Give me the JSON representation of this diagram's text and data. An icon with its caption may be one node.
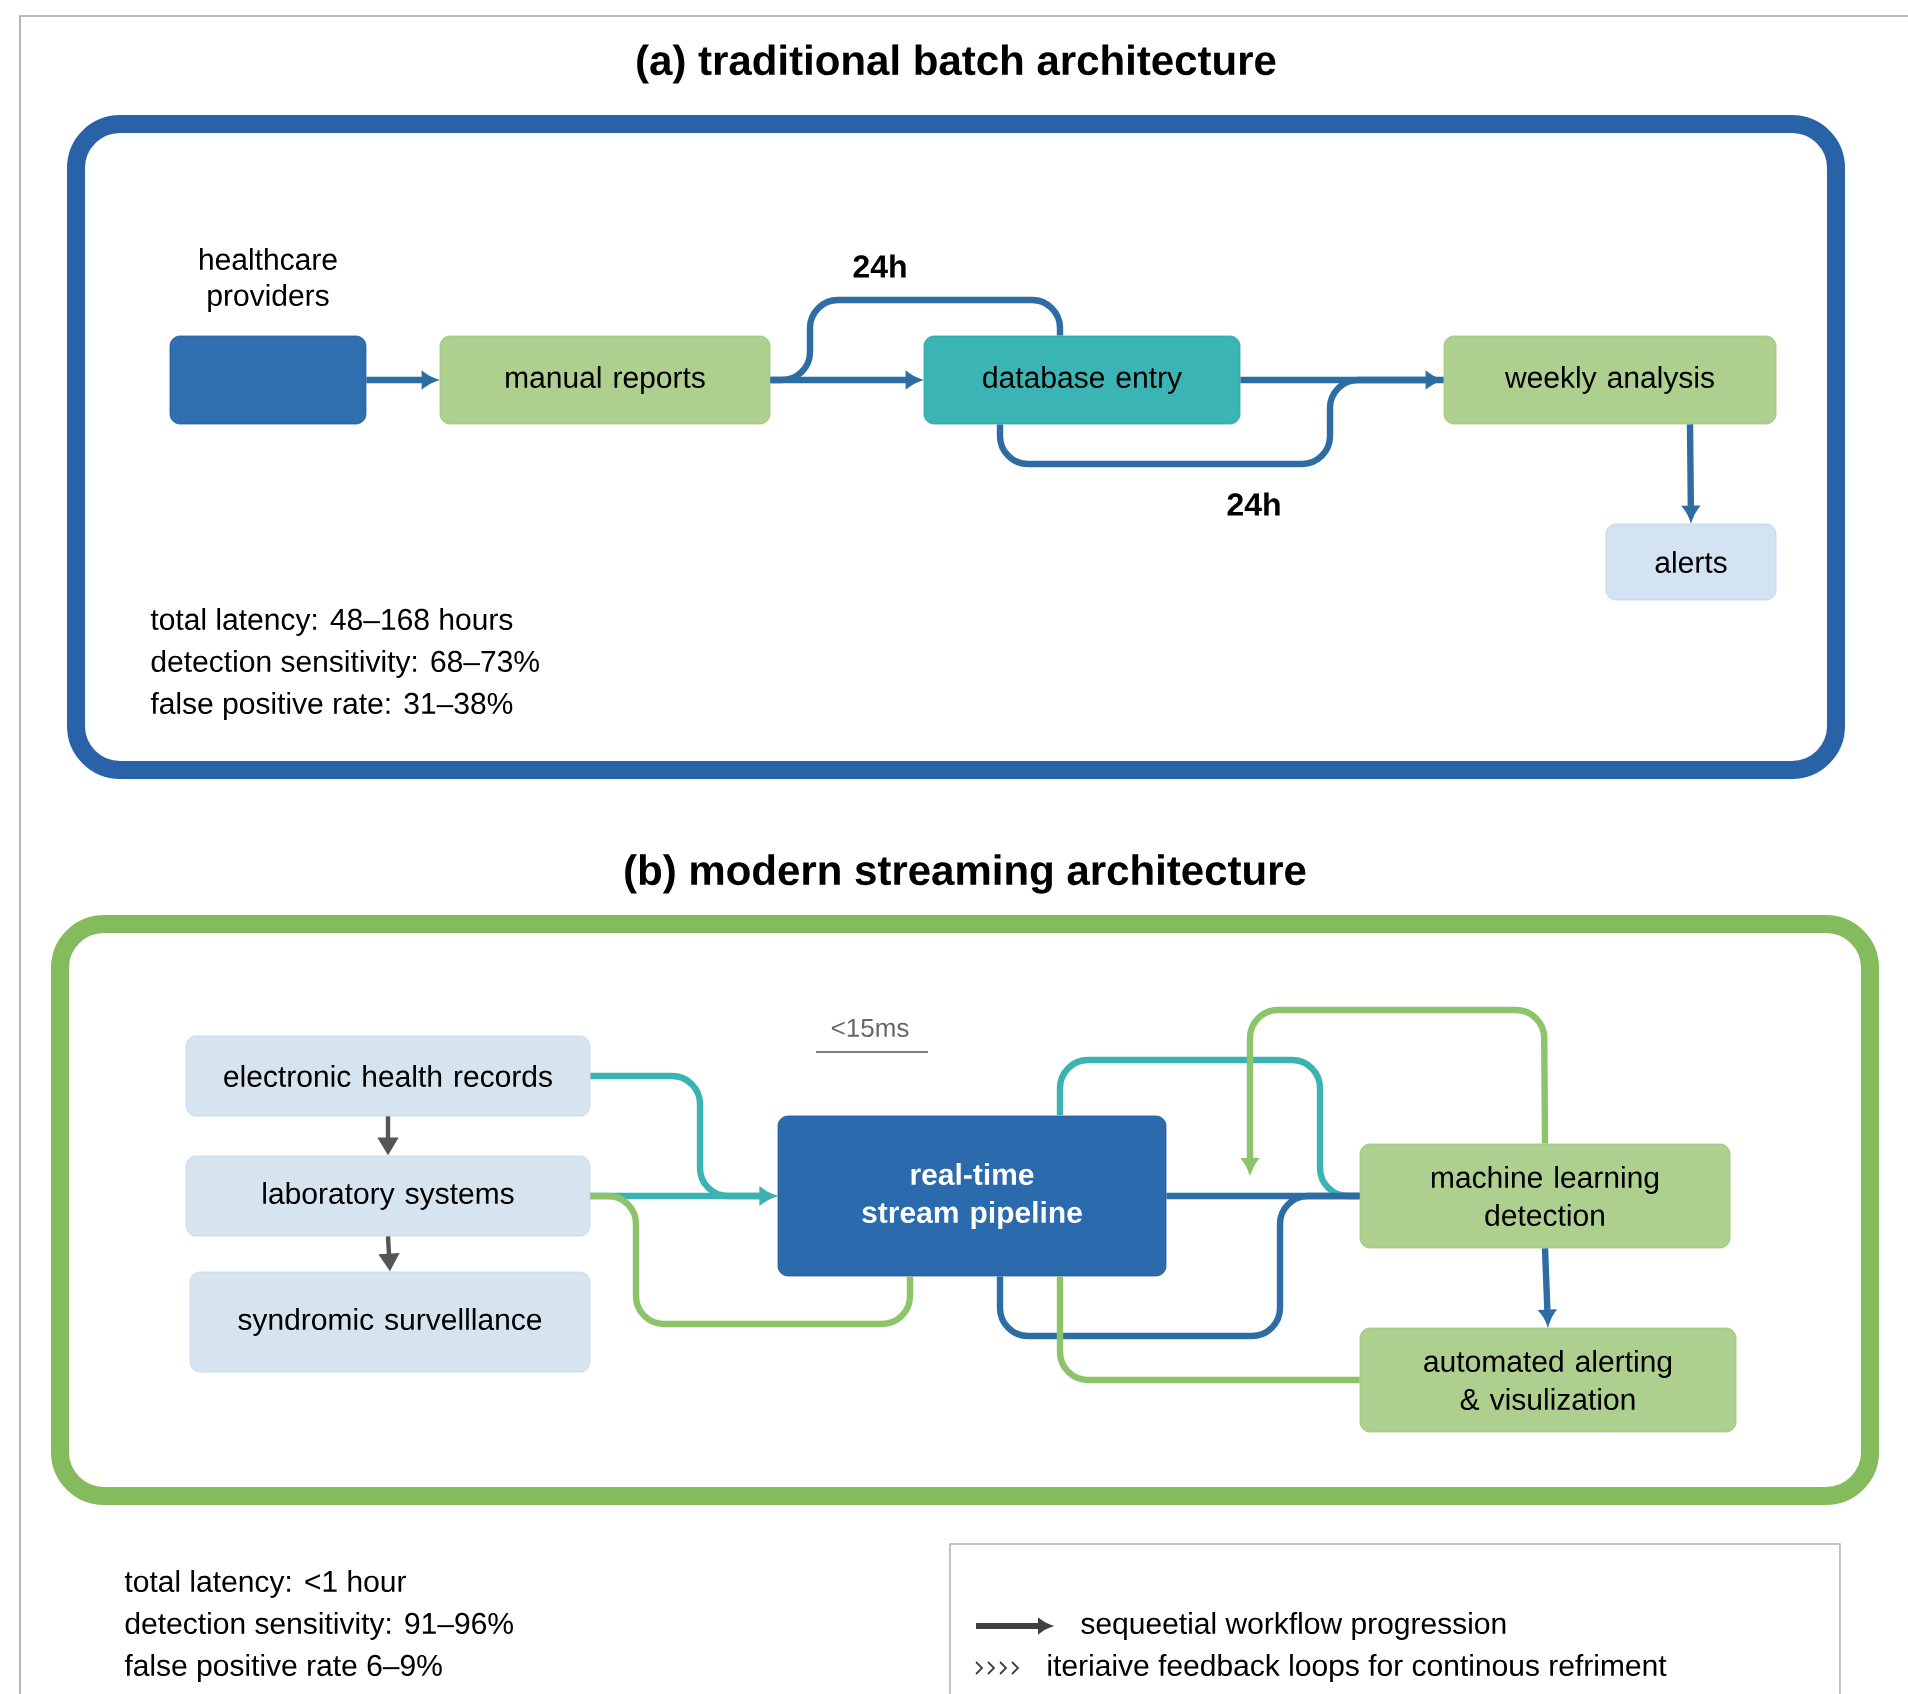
{
  "diagram": {
    "nodes": [
      {
        "text": [
          "(a) traditional batch architecture"
        ]
      },
      {
        "text": [
          "healthcare providers"
        ],
        "in": 0
      },
      {
        "text": [
          "manual reports"
        ],
        "in": 0
      },
      {
        "text": [
          "database entry"
        ],
        "in": 0
      },
      {
        "text": [
          "weekly analysis"
        ],
        "in": 0
      },
      {
        "text": [
          "alerts"
        ],
        "in": 0
      },
      {
        "text": [
          "(b) modern streaming architecture"
        ]
      },
      {
        "text": [
          "electronic health records"
        ],
        "in": 6
      },
      {
        "text": [
          "laboratory systems"
        ],
        "in": 6
      },
      {
        "text": [
          "syndromic survelllance"
        ],
        "in": 6
      },
      {
        "text": [
          "real-time stream pipeline"
        ],
        "in": 6
      },
      {
        "text": [
          "machine learning detection"
        ],
        "in": 6
      },
      {
        "text": [
          "automated alerting & visulization"
        ],
        "in": 6
      }
    ],
    "edges": [
      {
        "from": 1,
        "to": 2,
        "arrow": "to"
      },
      {
        "from": 2,
        "to": 3,
        "arrow": "to"
      },
      {
        "from": 2,
        "to": 3,
        "arrow": "none",
        "label": "24h"
      },
      {
        "from": 3,
        "to": 4,
        "arrow": "to"
      },
      {
        "from": 3,
        "to": 4,
        "arrow": "none",
        "label": "24h"
      },
      {
        "from": 4,
        "to": 5,
        "arrow": "to"
      },
      {
        "from": 7,
        "to": 8,
        "arrow": "to",
        "color": "#555555"
      },
      {
        "from": 8,
        "to": 9,
        "arrow": "to",
        "color": "#555555"
      },
      {
        "from": 7,
        "to": 10,
        "arrow": "to",
        "color": "#3bb3b3"
      },
      {
        "from": 8,
        "to": 10,
        "arrow": "to",
        "color": "#3bb3b3"
      },
      {
        "from": 8,
        "to": 10,
        "arrow": "none",
        "color": "#8cc46a"
      },
      {
        "from": 10,
        "to": 11,
        "arrow": "none"
      },
      {
        "from": 10,
        "to": 11,
        "arrow": "none",
        "color": "#3bb3b3"
      },
      {
        "from": 10,
        "to": 11,
        "arrow": "none"
      },
      {
        "from": 11,
        "to": null,
        "arrow": "to",
        "color": "#8cc46a"
      },
      {
        "from": 11,
        "to": 12,
        "arrow": "to"
      },
      {
        "from": 10,
        "to": 12,
        "arrow": "none",
        "color": "#8cc46a"
      }
    ],
    "labels": [
      "total latency: 48–168 hours",
      "detection sensitivity: 68–73%",
      "false positive rate: 31–38%",
      "<15ms",
      "total latency: <1 hour",
      "detection sensitivity: 91–96%",
      "false positive rate 6–9%"
    ],
    "legend": [
      {
        "text": "sequeetial workflow progression"
      },
      {
        "text": "iteriaive feedback loops for continous refriment"
      }
    ]
  }
}
